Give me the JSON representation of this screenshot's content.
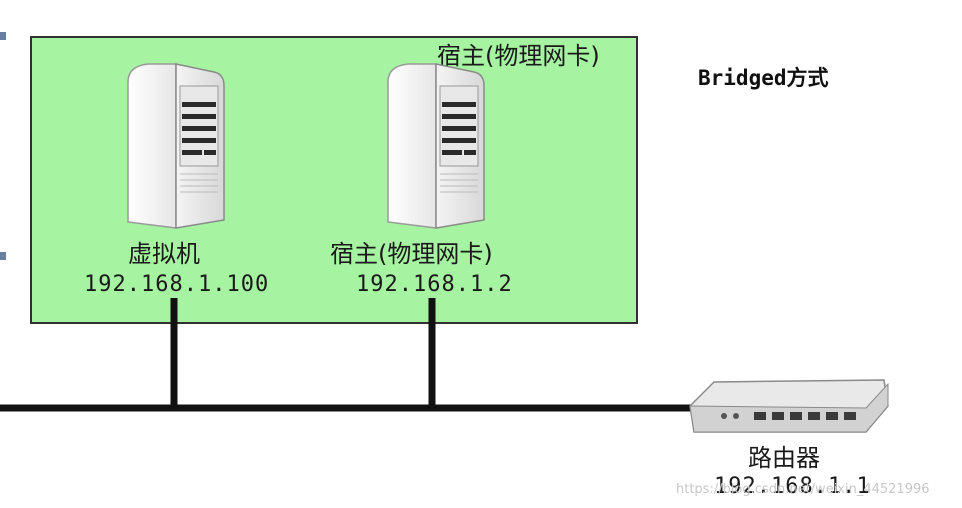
{
  "title": "Bridged方式",
  "host_box": {
    "label": "宿主(物理网卡)"
  },
  "nodes": {
    "vm": {
      "name": "虚拟机",
      "ip": "192.168.1.100",
      "icon": "server-tower-icon"
    },
    "host": {
      "name": "宿主(物理网卡)",
      "ip": "192.168.1.2",
      "icon": "server-tower-icon"
    },
    "router": {
      "name": "路由器",
      "ip": "192.168.1.1",
      "icon": "router-icon"
    }
  },
  "watermark": "https://blog.csdn.net/weixin_44521996",
  "colors": {
    "host_box_fill": "#a6f3a2",
    "line": "#111111",
    "background": "#ffffff"
  }
}
